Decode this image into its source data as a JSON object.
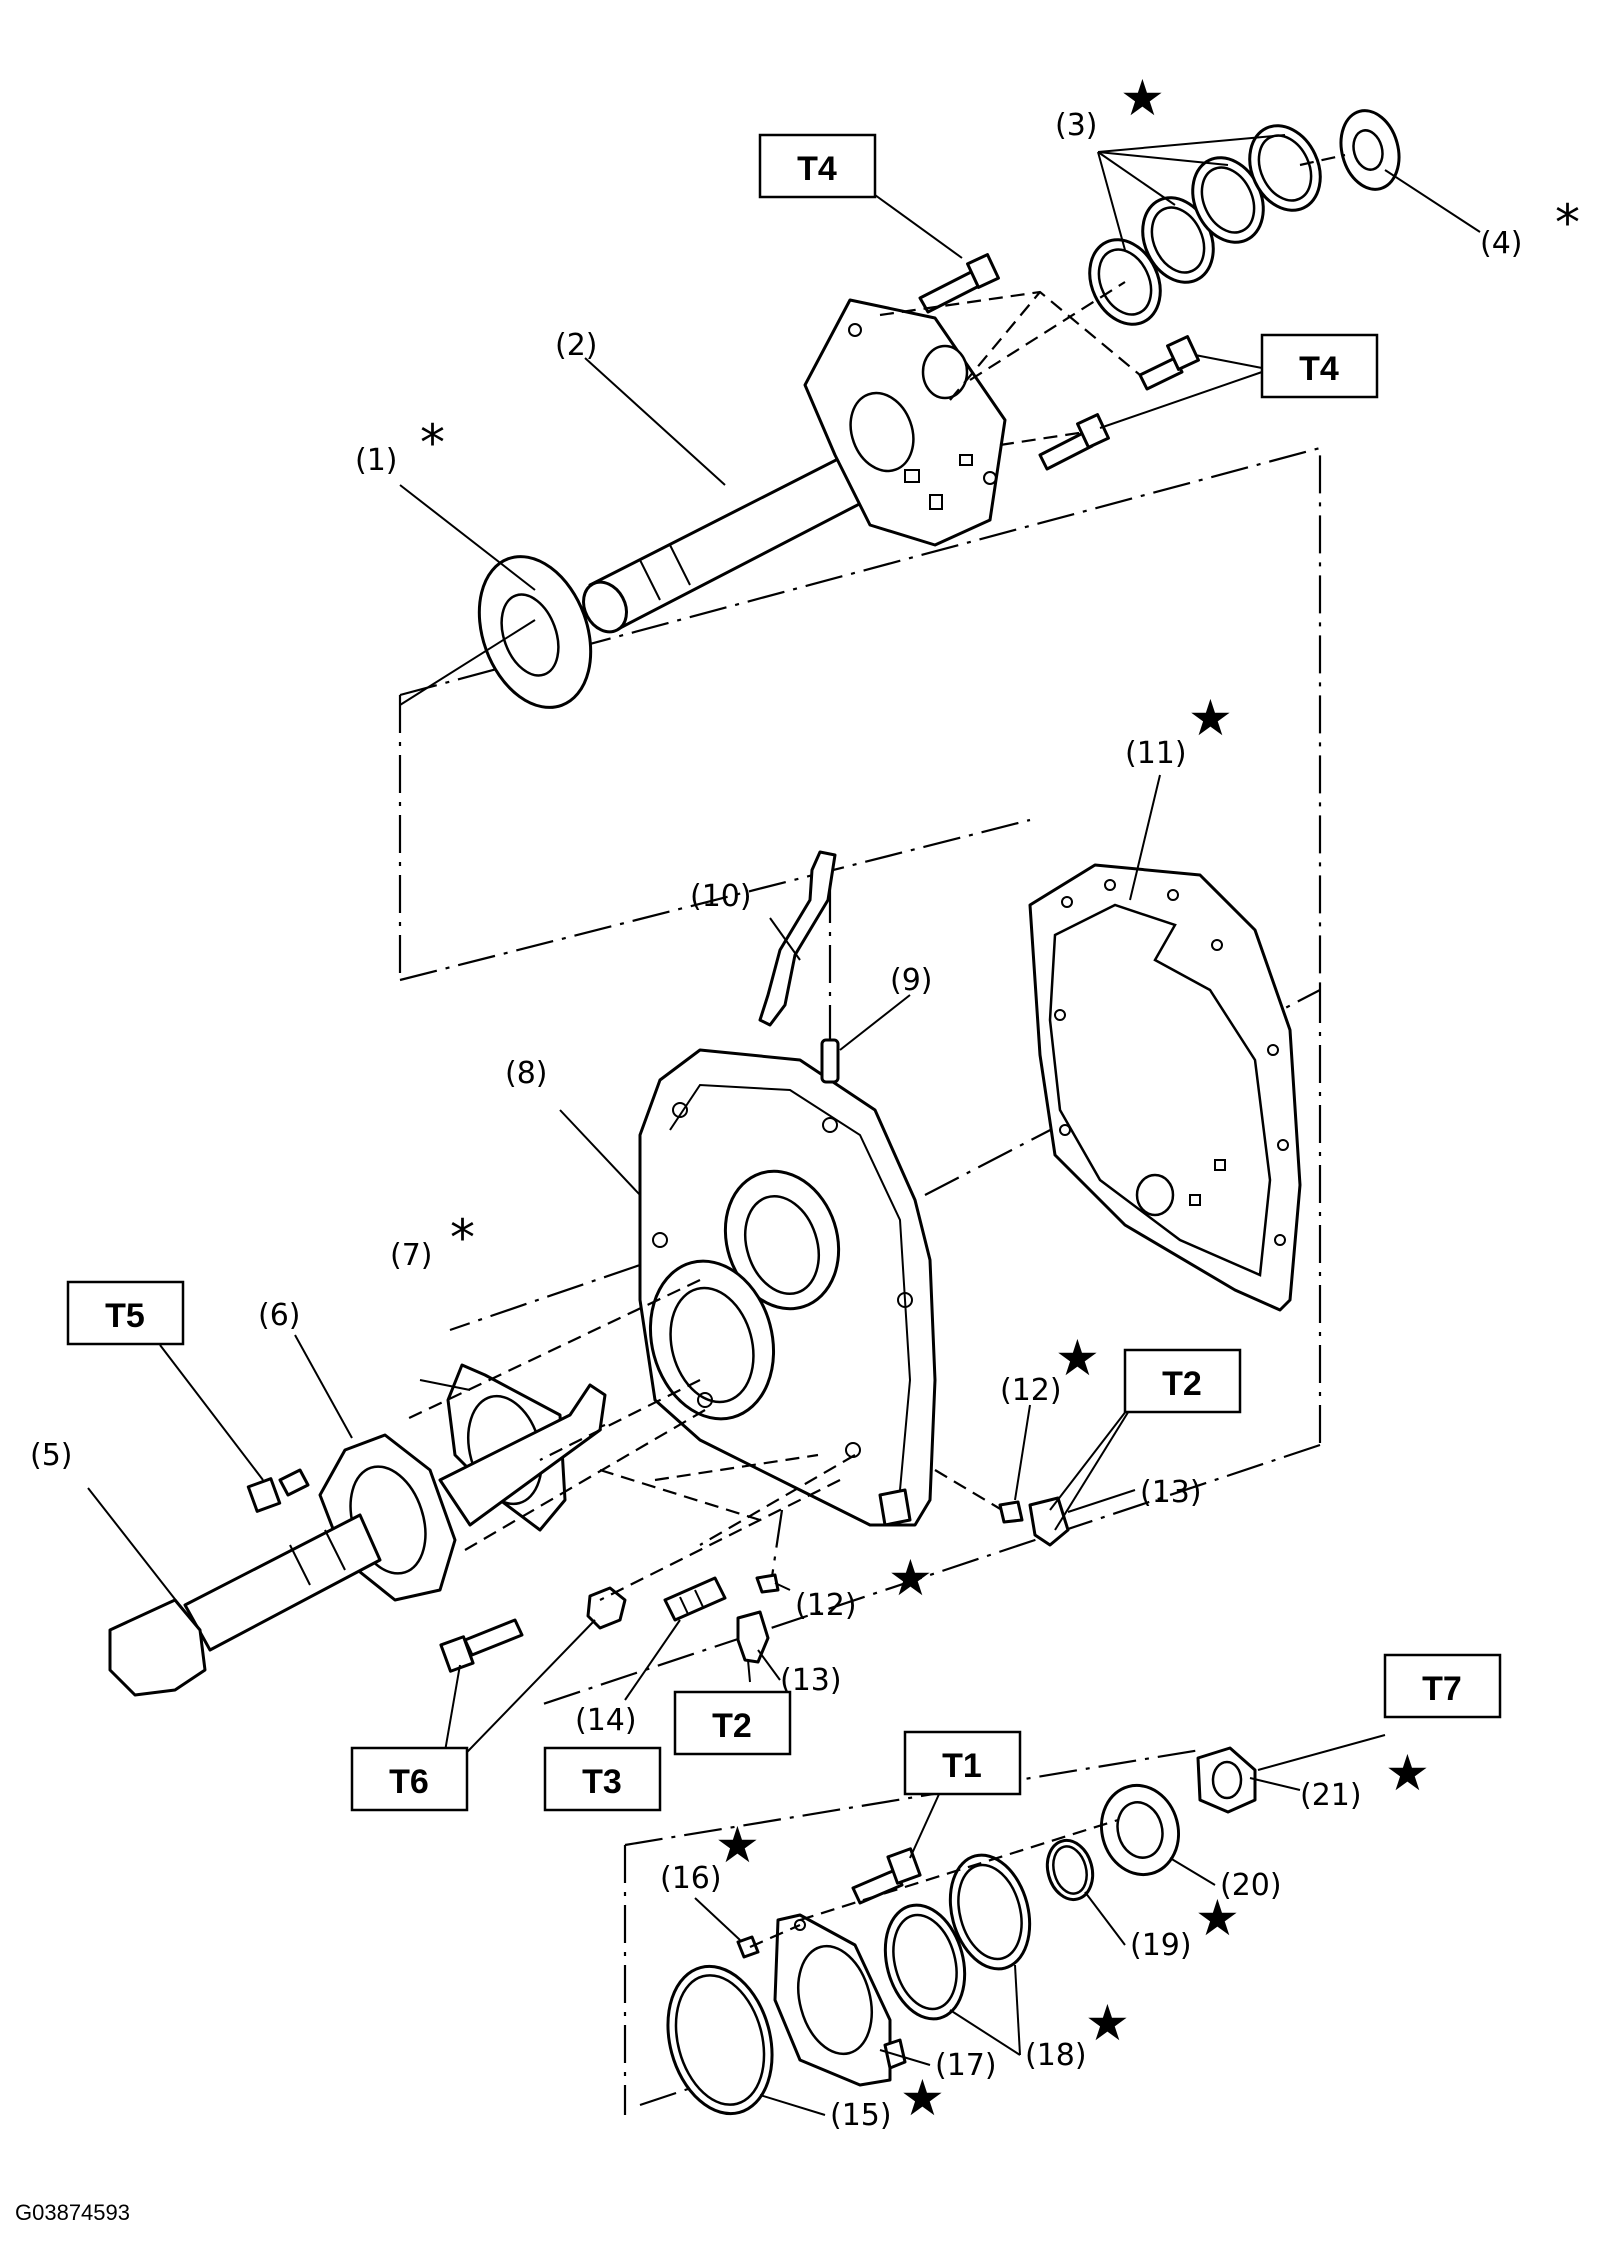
{
  "figure_id": "G03874593",
  "symbols": {
    "star": "★",
    "asterisk": "*"
  },
  "callouts": {
    "c1": "(1)",
    "c2": "(2)",
    "c3": "(3)",
    "c4": "(4)",
    "c5": "(5)",
    "c6": "(6)",
    "c7": "(7)",
    "c8": "(8)",
    "c9": "(9)",
    "c10": "(10)",
    "c11": "(11)",
    "c12a": "(12)",
    "c12b": "(12)",
    "c13a": "(13)",
    "c13b": "(13)",
    "c14": "(14)",
    "c15": "(15)",
    "c16": "(16)",
    "c17": "(17)",
    "c18": "(18)",
    "c19": "(19)",
    "c20": "(20)",
    "c21": "(21)"
  },
  "torque_labels": {
    "t4_top": "T4",
    "t4_right": "T4",
    "t5": "T5",
    "t2_right": "T2",
    "t6": "T6",
    "t3": "T3",
    "t2_bottom": "T2",
    "t1": "T1",
    "t7": "T7"
  }
}
